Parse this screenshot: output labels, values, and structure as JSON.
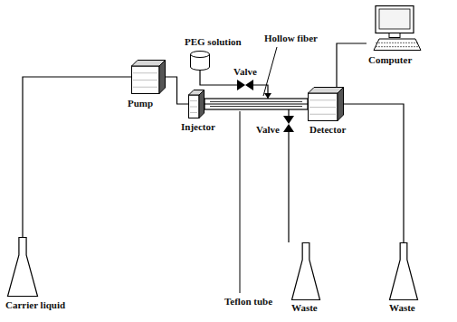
{
  "diagram": {
    "nodes": [
      {
        "text": [
          "Carrier liquid"
        ]
      },
      {
        "text": [
          "Pump"
        ]
      },
      {
        "text": [
          "Injector"
        ]
      },
      {
        "text": [
          "PEG solution"
        ]
      },
      {
        "text": [
          "Valve"
        ]
      },
      {
        "text": [
          "Detector"
        ]
      },
      {
        "text": [
          "Computer"
        ]
      },
      {
        "text": [
          "Valve"
        ]
      },
      {
        "text": [
          "Waste"
        ]
      },
      {
        "text": [
          "Waste"
        ]
      }
    ],
    "edges": [
      {
        "from": 0,
        "to": 1,
        "arrow": "none"
      },
      {
        "from": 1,
        "to": 2,
        "arrow": "none"
      },
      {
        "from": 2,
        "to": 5,
        "arrow": "none"
      },
      {
        "from": 3,
        "to": 4,
        "arrow": "none"
      },
      {
        "from": 5,
        "to": 6,
        "arrow": "none"
      },
      {
        "from": 5,
        "to": 9,
        "arrow": "none"
      },
      {
        "from": 7,
        "to": 8,
        "arrow": "none"
      }
    ],
    "labels": [
      "Hollow fiber",
      "Teflon tube"
    ]
  }
}
